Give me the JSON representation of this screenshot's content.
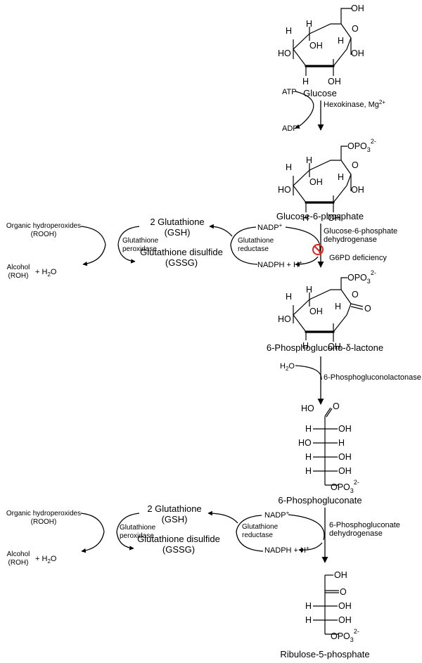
{
  "compounds": {
    "glucose": "Glucose",
    "g6p": "Glucose-6-phosphate",
    "lactone": "6-Phosphoglucono-δ-lactone",
    "gluconate": "6-Phosphogluconate",
    "ribulose": "Ribulose-5-phosphate"
  },
  "atoms": {
    "oh": "OH",
    "h": "H",
    "o": "O",
    "ho": "HO",
    "opo3": "OPO",
    "sub3": "3",
    "sup2minus": "2-"
  },
  "steps": {
    "atp": "ATP",
    "adp": "ADP",
    "hexokinase": "Hexokinase, Mg",
    "mg_charge": "2+",
    "nadp": "NADP",
    "nadp_charge": "+",
    "nadph": "NADPH + H",
    "g6pd_line1": "Glucose-6-phosphate",
    "g6pd_line2": "dehydrogenase",
    "deficiency": "G6PD deficiency",
    "water": "H",
    "water_sub": "2",
    "water_o": "O",
    "lactonase": "6-Phosphogluconolactonase",
    "pgd_line1": "6-Phosphogluconate",
    "pgd_line2": "dehydrogenase"
  },
  "cycles": [
    {
      "gsh_line1": "2 Glutathione",
      "gsh_line2": "(GSH)",
      "gssg_line1": "Glutathione disulfide",
      "gssg_line2": "(GSSG)",
      "reductase_line1": "Glutathione",
      "reductase_line2": "reductase",
      "peroxidase_line1": "Glutathione",
      "peroxidase_line2": "peroxidase",
      "rooh_line1": "Organic hydroperoxides",
      "rooh_line2": "(ROOH)",
      "roh_line1": "Alcohol",
      "roh_line2": "(ROH)",
      "plus_water": "+ H",
      "water_sub": "2",
      "water_o": "O"
    },
    {
      "gsh_line1": "2 Glutathione",
      "gsh_line2": "(GSH)",
      "gssg_line1": "Glutathione disulfide",
      "gssg_line2": "(GSSG)",
      "reductase_line1": "Glutathione",
      "reductase_line2": "reductase",
      "peroxidase_line1": "Glutathione",
      "peroxidase_line2": "peroxidase",
      "rooh_line1": "Organic hydroperoxides",
      "rooh_line2": "(ROOH)",
      "roh_line1": "Alcohol",
      "roh_line2": "(ROH)",
      "plus_water": "+ H",
      "water_sub": "2",
      "water_o": "O"
    }
  ],
  "colors": {
    "deficiency": "#e0201b",
    "structure": "#000000"
  }
}
